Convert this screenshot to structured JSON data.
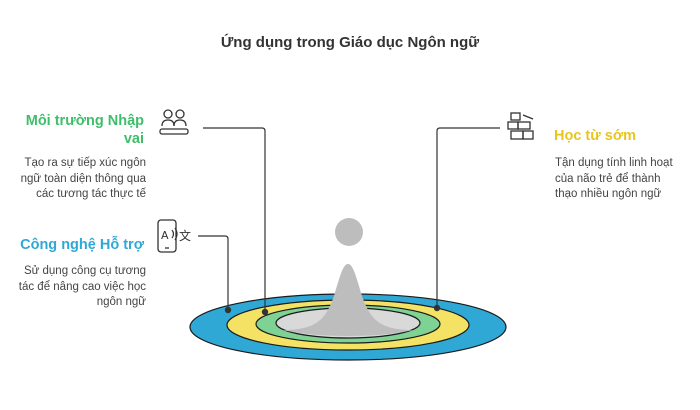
{
  "title": "Ứng dụng trong Giáo dục Ngôn ngữ",
  "items": [
    {
      "key": "immersion",
      "heading": "Môi trường Nhập vai",
      "description": "Tạo ra sự tiếp xúc ngôn ngữ toàn diện thông qua các tương tác thực tế",
      "color": "#3FBE6A",
      "icon": "people-icon"
    },
    {
      "key": "technology",
      "heading": "Công nghệ Hỗ trợ",
      "description": "Sử dụng công cụ tương tác để nâng cao việc học ngôn ngữ",
      "color": "#2FA8D6",
      "icon": "translate-phone-icon"
    },
    {
      "key": "early",
      "heading": "Học từ sớm",
      "description": "Tận dụng tính linh hoạt của não trẻ để thành thạo nhiều ngôn ngữ",
      "color": "#E8C51E",
      "icon": "building-blocks-icon"
    }
  ],
  "colors": {
    "ring_outer": "#2FA8D6",
    "ring_yellow": "#F4E264",
    "ring_green": "#7ED394",
    "ring_inner": "#D9D9D9",
    "drop": "#BDBDBD",
    "line": "#333333"
  }
}
